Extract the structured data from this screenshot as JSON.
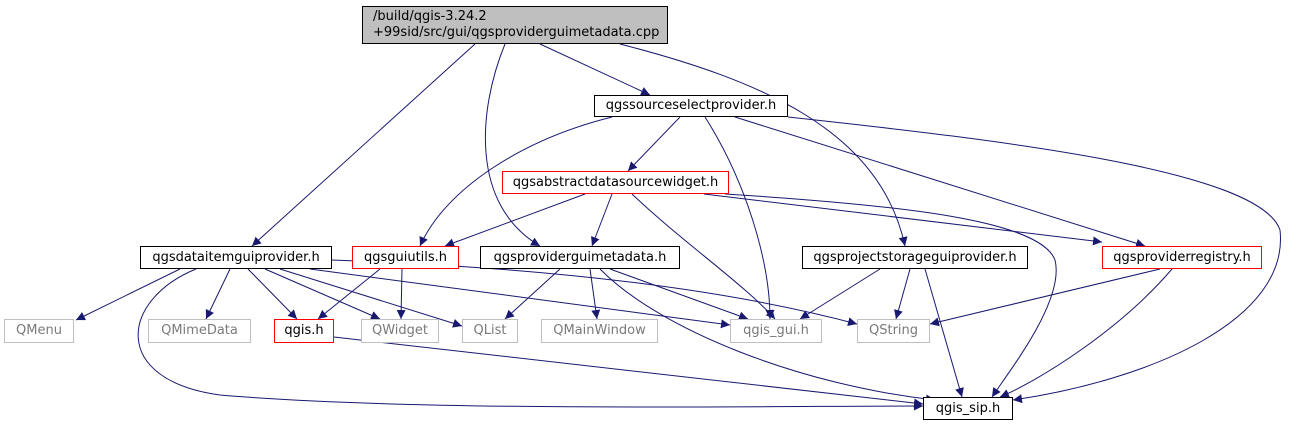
{
  "graph": {
    "edge_color": "#191970",
    "nodes": {
      "root": {
        "line1": "/build/qgis-3.24.2",
        "line2": "+99sid/src/gui/qgsproviderguimetadata.cpp"
      },
      "sourceselect": "qgssourceselectprovider.h",
      "abstractwidget": "qgsabstractdatasourcewidget.h",
      "dataitem": "qgsdataitemguiprovider.h",
      "guiutils": "qgsguiutils.h",
      "guimetadata": "qgsproviderguimetadata.h",
      "projectstorage": "qgsprojectstorageguiprovider.h",
      "registry": "qgsproviderregistry.h",
      "qmenu": "QMenu",
      "qmimedata": "QMimeData",
      "qgis": "qgis.h",
      "qwidget": "QWidget",
      "qlist": "QList",
      "qmainwindow": "QMainWindow",
      "qgisgui": "qgis_gui.h",
      "qstring": "QString",
      "qgissip": "qgis_sip.h"
    }
  }
}
